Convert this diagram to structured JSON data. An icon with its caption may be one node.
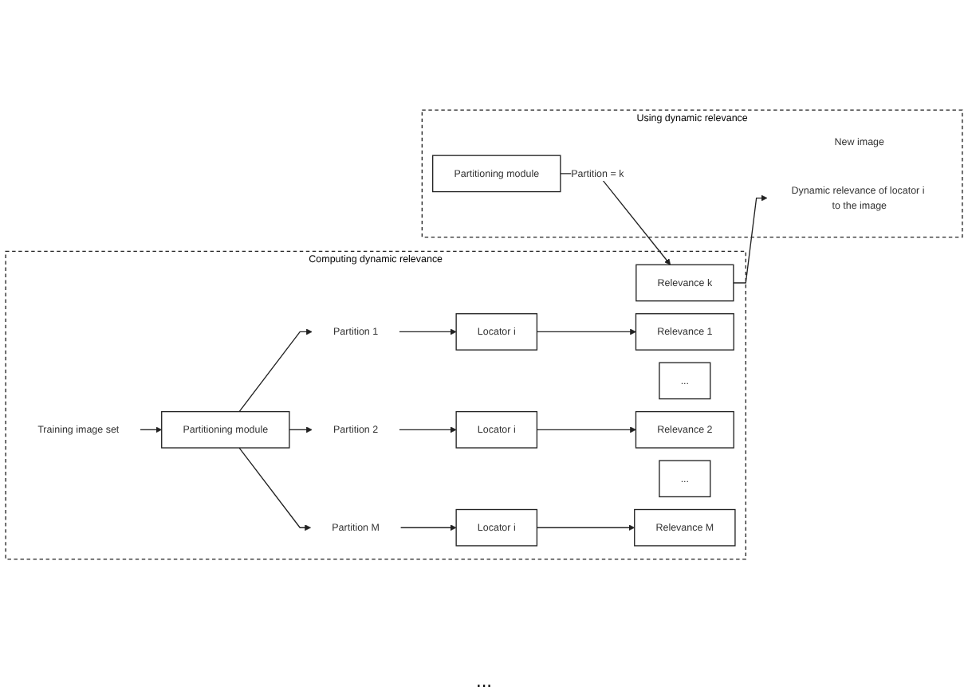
{
  "diagram": {
    "nodes": [
      {
        "text": [
          "Computing dynamic relevance"
        ]
      },
      {
        "text": [
          "Training image set"
        ],
        "in": 0
      },
      {
        "text": [
          "Partitioning module"
        ],
        "in": 0
      },
      {
        "text": [
          "Partition 1"
        ],
        "in": 0
      },
      {
        "text": [
          "Partition 2"
        ],
        "in": 0
      },
      {
        "text": [
          "Partition M"
        ],
        "in": 0
      },
      {
        "text": [
          "Locator i"
        ],
        "in": 0
      },
      {
        "text": [
          "Locator i"
        ],
        "in": 0
      },
      {
        "text": [
          "Locator i"
        ],
        "in": 0
      },
      {
        "text": [
          "Relevance 1"
        ],
        "in": 0
      },
      {
        "text": [
          "Relevance 2"
        ],
        "in": 0
      },
      {
        "text": [
          "..."
        ],
        "in": 0
      },
      {
        "text": [
          "Relevance k"
        ],
        "in": 0
      },
      {
        "text": [
          "..."
        ],
        "in": 0
      },
      {
        "text": [
          "Relevance M"
        ],
        "in": 0
      },
      {
        "text": [
          "Using dynamic relevance"
        ]
      },
      {
        "text": [
          "New image"
        ],
        "in": 15
      },
      {
        "text": [
          "Partitioning module"
        ],
        "in": 15
      },
      {
        "text": [
          "Dynamic relevance of locator i to the image"
        ],
        "in": 15
      }
    ],
    "edges": [
      {
        "from": 1,
        "to": 2,
        "arrow": "to"
      },
      {
        "from": 2,
        "to": 3,
        "arrow": "to"
      },
      {
        "from": 2,
        "to": 4,
        "arrow": "to"
      },
      {
        "from": 2,
        "to": 5,
        "arrow": "to"
      },
      {
        "from": 3,
        "to": 6,
        "arrow": "to"
      },
      {
        "from": 4,
        "to": 7,
        "arrow": "to"
      },
      {
        "from": 5,
        "to": 8,
        "arrow": "to"
      },
      {
        "from": 6,
        "to": 9,
        "arrow": "to"
      },
      {
        "from": 7,
        "to": 10,
        "arrow": "to"
      },
      {
        "from": 8,
        "to": 14,
        "arrow": "to"
      },
      {
        "from": 17,
        "to": 12,
        "label": "Partition = k",
        "arrow": "to"
      },
      {
        "from": 12,
        "to": 18,
        "arrow": "to"
      }
    ],
    "labels": [
      "..."
    ]
  }
}
